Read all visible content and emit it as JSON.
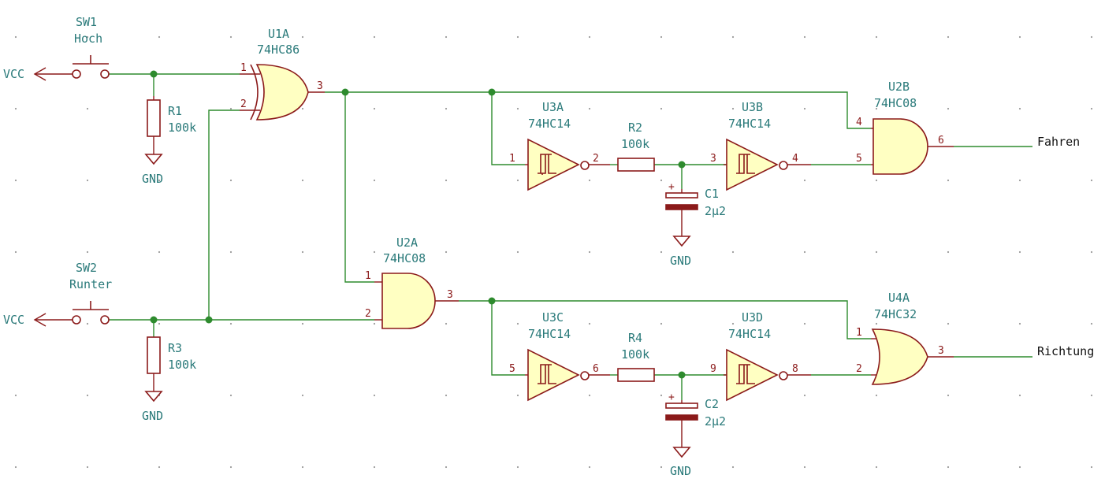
{
  "switches": {
    "sw1": {
      "ref": "SW1",
      "value": "Hoch"
    },
    "sw2": {
      "ref": "SW2",
      "value": "Runter"
    }
  },
  "resistors": {
    "r1": {
      "ref": "R1",
      "value": "100k"
    },
    "r2": {
      "ref": "R2",
      "value": "100k"
    },
    "r3": {
      "ref": "R3",
      "value": "100k"
    },
    "r4": {
      "ref": "R4",
      "value": "100k"
    }
  },
  "capacitors": {
    "c1": {
      "ref": "C1",
      "value": "2µ2",
      "polarity": "+"
    },
    "c2": {
      "ref": "C2",
      "value": "2µ2",
      "polarity": "+"
    }
  },
  "gates": {
    "u1a": {
      "ref": "U1A",
      "value": "74HC86",
      "pins": [
        "1",
        "2",
        "3"
      ]
    },
    "u2a": {
      "ref": "U2A",
      "value": "74HC08",
      "pins": [
        "1",
        "2",
        "3"
      ]
    },
    "u2b": {
      "ref": "U2B",
      "value": "74HC08",
      "pins": [
        "4",
        "5",
        "6"
      ]
    },
    "u4a": {
      "ref": "U4A",
      "value": "74HC32",
      "pins": [
        "1",
        "2",
        "3"
      ]
    },
    "u3a": {
      "ref": "U3A",
      "value": "74HC14",
      "pins": [
        "1",
        "2"
      ]
    },
    "u3b": {
      "ref": "U3B",
      "value": "74HC14",
      "pins": [
        "3",
        "4"
      ]
    },
    "u3c": {
      "ref": "U3C",
      "value": "74HC14",
      "pins": [
        "5",
        "6"
      ]
    },
    "u3d": {
      "ref": "U3D",
      "value": "74HC14",
      "pins": [
        "9",
        "8"
      ]
    }
  },
  "power": {
    "vcc1": "VCC",
    "vcc2": "VCC",
    "gnd1": "GND",
    "gnd2": "GND",
    "gnd3": "GND",
    "gnd4": "GND"
  },
  "nets": {
    "out1": "Fahren",
    "out2": "Richtung"
  },
  "colors": {
    "wire": "#2e8b2e",
    "component": "#8b1a1a",
    "fill": "#ffffc2",
    "label": "#2a7a7a"
  }
}
